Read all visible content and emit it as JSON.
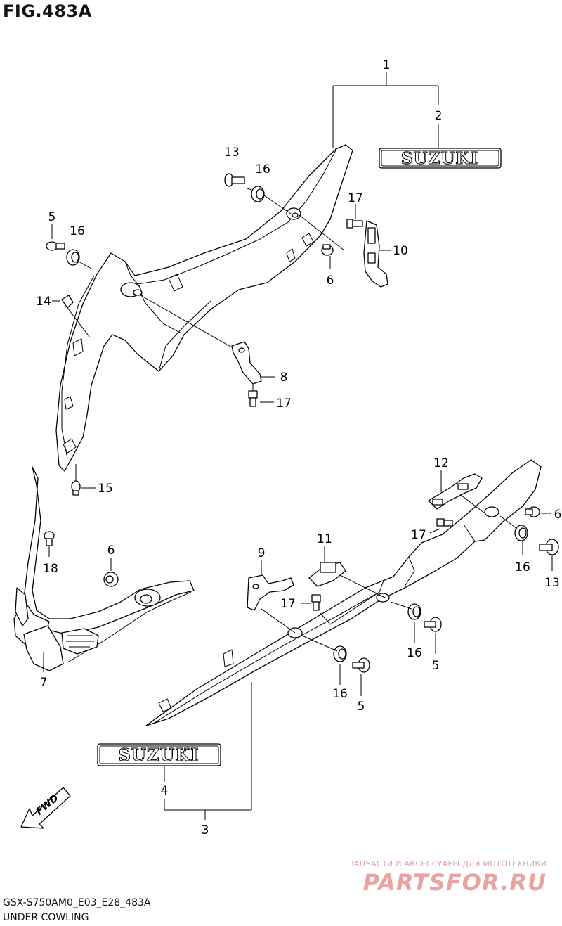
{
  "figure": {
    "title": "FIG.483A",
    "code": "GSX-S750AM0_E03_E28_483A",
    "name": "UNDER COWLING"
  },
  "emblem_text": "SUZUKI",
  "fwd_label": "FWD",
  "watermark": {
    "tagline": "ЗАПЧАСТИ И АКСЕССУАРЫ ДЛЯ МОТОТЕХНИКИ",
    "brand": "PARTSFOR.RU"
  },
  "callouts": [
    {
      "id": "c1",
      "text": "1"
    },
    {
      "id": "c2",
      "text": "2"
    },
    {
      "id": "c13a",
      "text": "13"
    },
    {
      "id": "c16a",
      "text": "16"
    },
    {
      "id": "c17a",
      "text": "17"
    },
    {
      "id": "c5a",
      "text": "5"
    },
    {
      "id": "c16b",
      "text": "16"
    },
    {
      "id": "c10",
      "text": "10"
    },
    {
      "id": "c6a",
      "text": "6"
    },
    {
      "id": "c14",
      "text": "14"
    },
    {
      "id": "c8",
      "text": "8"
    },
    {
      "id": "c17b",
      "text": "17"
    },
    {
      "id": "c15",
      "text": "15"
    },
    {
      "id": "c12",
      "text": "12"
    },
    {
      "id": "c6b",
      "text": "6"
    },
    {
      "id": "c17c",
      "text": "17"
    },
    {
      "id": "c18",
      "text": "18"
    },
    {
      "id": "c6c",
      "text": "6"
    },
    {
      "id": "c16c",
      "text": "16"
    },
    {
      "id": "c13b",
      "text": "13"
    },
    {
      "id": "c11",
      "text": "11"
    },
    {
      "id": "c9",
      "text": "9"
    },
    {
      "id": "c17d",
      "text": "17"
    },
    {
      "id": "c16d",
      "text": "16"
    },
    {
      "id": "c5b",
      "text": "5"
    },
    {
      "id": "c7",
      "text": "7"
    },
    {
      "id": "c16e",
      "text": "16"
    },
    {
      "id": "c5c",
      "text": "5"
    },
    {
      "id": "c4",
      "text": "4"
    },
    {
      "id": "c3",
      "text": "3"
    }
  ]
}
